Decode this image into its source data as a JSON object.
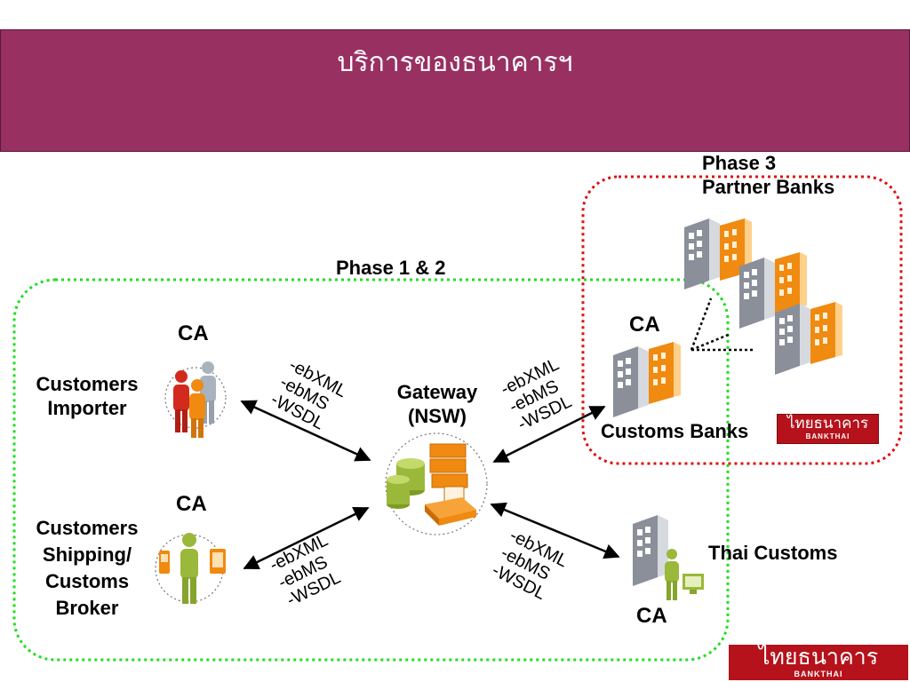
{
  "header": {
    "title": "บริการของธนาคารฯ"
  },
  "labels": {
    "phase3_line1": "Phase 3",
    "phase3_line2": "Partner Banks",
    "phase12": "Phase 1 & 2",
    "ca": "CA",
    "customers_importer": [
      "Customers",
      "Importer"
    ],
    "customers_broker": [
      "Customers",
      "Shipping/",
      "Customs",
      "Broker"
    ],
    "gateway": [
      "Gateway",
      "(NSW)"
    ],
    "customs_banks": "Customs Banks",
    "thai_customs": "Thai Customs"
  },
  "protocols": [
    "-ebXML",
    "-ebMS",
    "-WSDL"
  ],
  "logo": {
    "thai": "ไทยธนาคาร",
    "english": "BANKTHAI"
  },
  "colors": {
    "header_bg": "#983062",
    "phase12_border": "#22dd22",
    "phase3_border": "#dd1111",
    "logo_red": "#b5121b",
    "orange": "#f08a10",
    "gray_building": "#8a8f99"
  },
  "icons": {
    "importer": "people-group-icon",
    "broker": "mobile-person-icon",
    "gateway": "server-database-icon",
    "customs_banks": "office-buildings-icon",
    "partner_banks": "office-buildings-icon",
    "thai_customs": "government-building-person-icon"
  }
}
